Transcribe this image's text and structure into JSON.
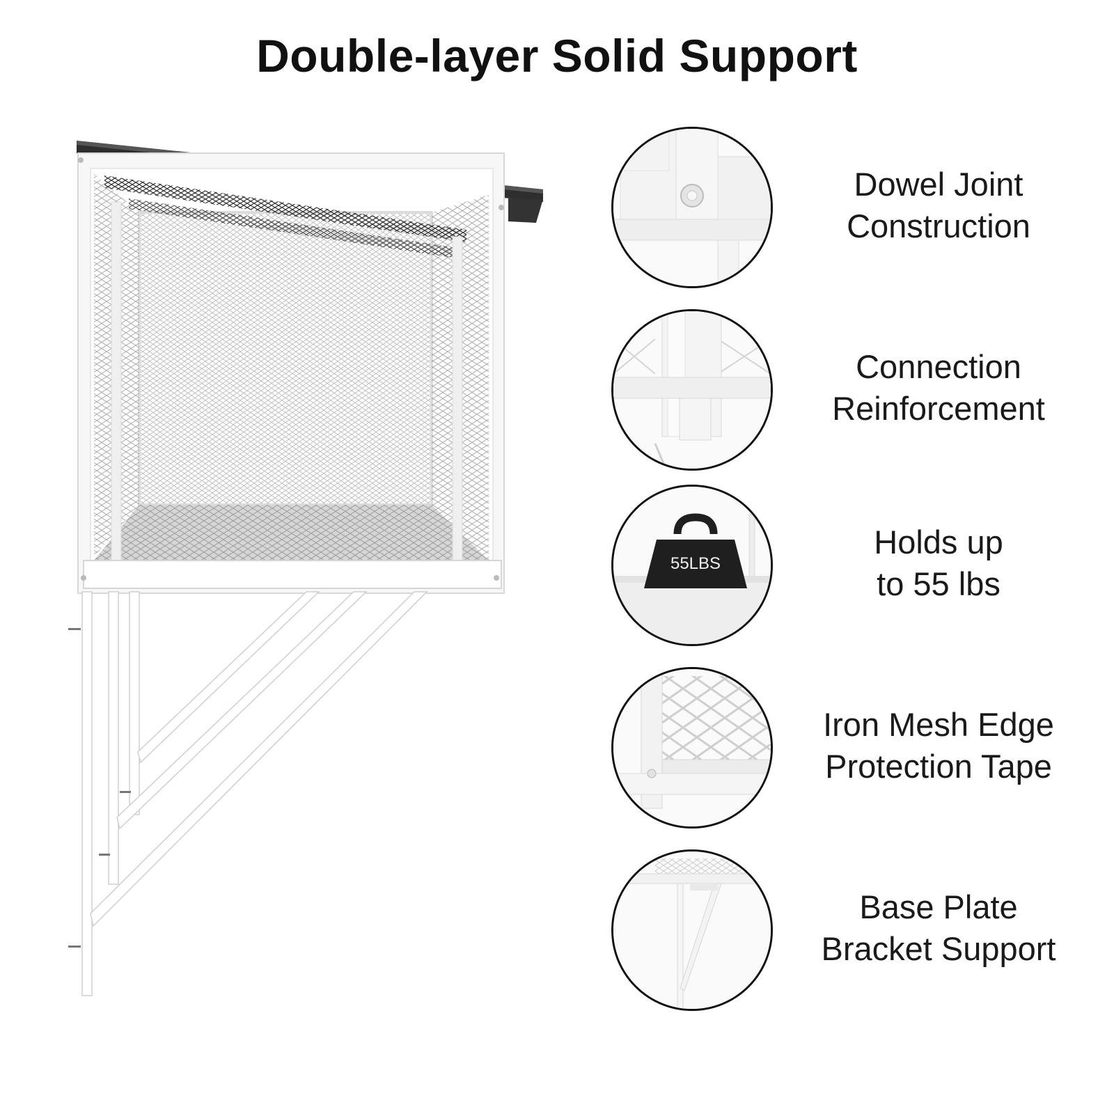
{
  "title": "Double-layer Solid Support",
  "features": [
    {
      "icon": "dowel-joint-closeup-icon",
      "line1": "Dowel Joint",
      "line2": "Construction"
    },
    {
      "icon": "connection-reinforcement-closeup-icon",
      "line1": "Connection",
      "line2": "Reinforcement"
    },
    {
      "icon": "weight-55lbs-icon",
      "line1": "Holds up",
      "line2": "to 55 lbs",
      "weight_text": "55LBS"
    },
    {
      "icon": "iron-mesh-edge-closeup-icon",
      "line1": "Iron Mesh Edge",
      "line2": "Protection Tape"
    },
    {
      "icon": "base-plate-bracket-closeup-icon",
      "line1": "Base Plate",
      "line2": "Bracket Support"
    }
  ]
}
